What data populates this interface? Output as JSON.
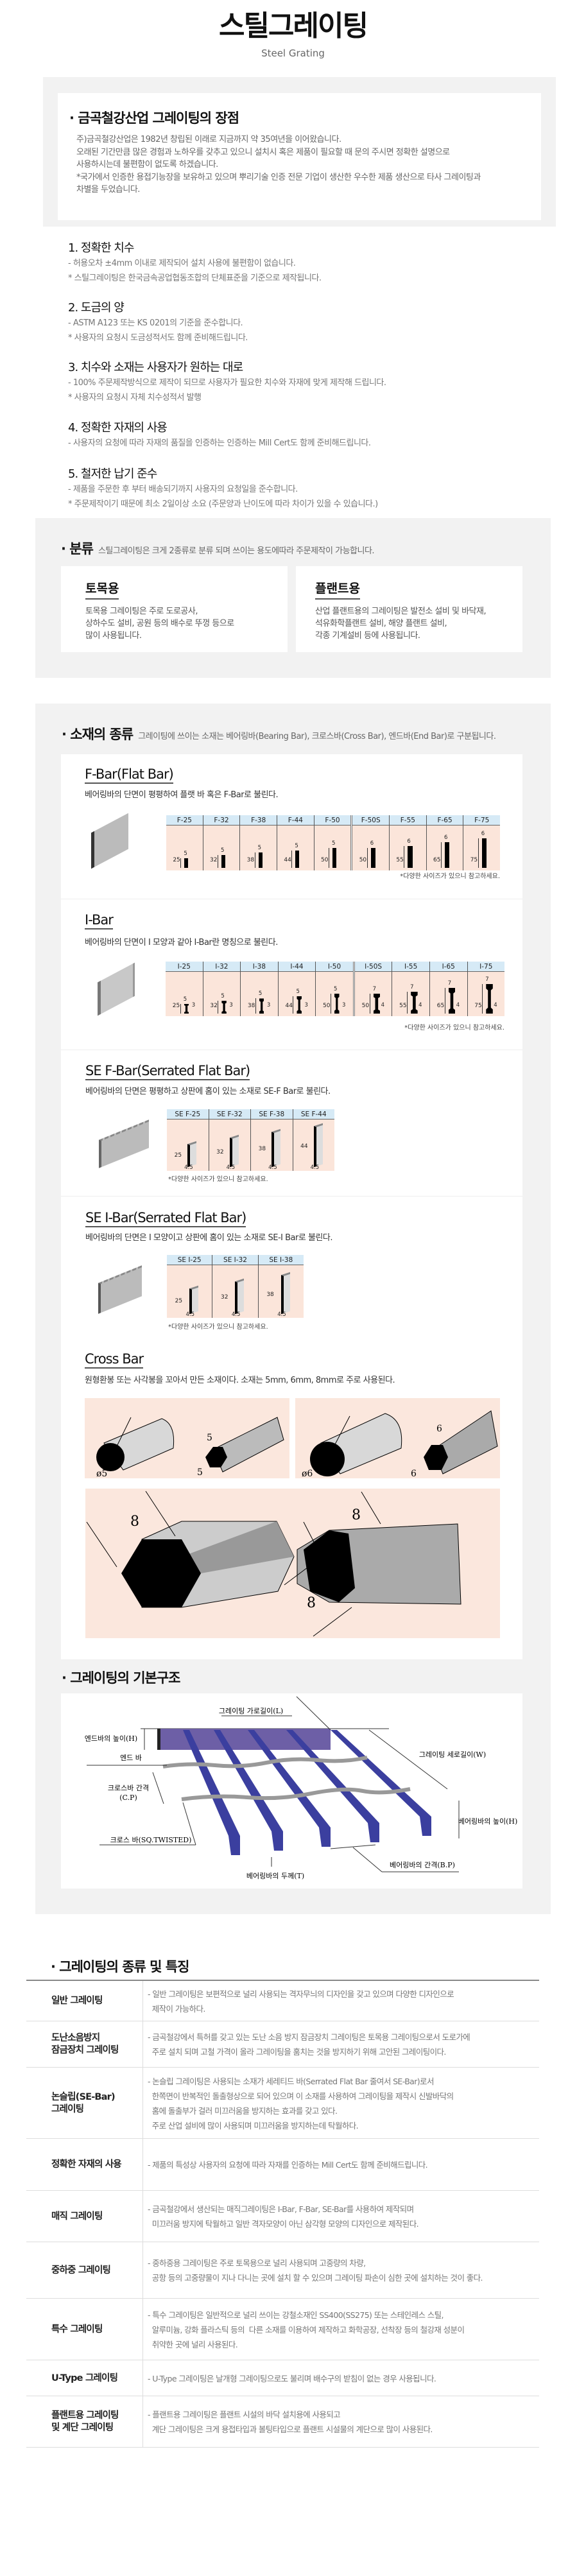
{
  "header": {
    "title": "스틸그레이팅",
    "subtitle": "Steel Grating"
  },
  "intro": {
    "heading": "· 금곡철강산업 그레이팅의 장점",
    "lines": [
      "주)금곡철강산업은 1982년 창립된 이래로 지금까지 약 35여년을 이어왔습니다.",
      "오래된 기간만큼 많은 경험과 노하우를 갖추고 있으니 설치시 혹은 제품이 필요할 때 문의 주시면 정확한 설명으로",
      "사용하시는데 불편함이 없도록 하겠습니다.",
      "*국가에서 인증한 용접기능장을 보유하고 있으며 뿌리기술 인증 전문 기업이 생산한 우수한 제품 생산으로 타사 그레이팅과",
      "차별을 두었습니다."
    ]
  },
  "advantages": [
    {
      "title": "1. 정확한 치수",
      "lines": [
        "- 허용오차 ±4mm 이내로 제작되어 설치 사용에 불편함이 없습니다.",
        "* 스틸그레이팅은 한국금속공업협동조합의 단체표준을 기준으로 제작됩니다."
      ]
    },
    {
      "title": "2. 도금의 양",
      "lines": [
        "- ASTM A123 또는 KS 0201의 기준을 준수합니다.",
        "* 사용자의 요청시 도금성적서도 함께 준비해드립니다."
      ]
    },
    {
      "title": "3. 치수와 소재는 사용자가 원하는 대로",
      "lines": [
        "- 100% 주문제작방식으로 제작이 되므로 사용자가 필요한 치수와 자재에 맞게 제작해 드립니다.",
        "* 사용자의 요청시 자체 치수성적서 발행"
      ]
    },
    {
      "title": "4. 정확한 자재의 사용",
      "lines": [
        "- 사용자의 요청에 따라 자재의 품질을 인증하는 인증하는 Mill Cert도 함께 준비해드립니다."
      ]
    },
    {
      "title": "5. 철저한 납기 준수",
      "lines": [
        "- 제품을 주문한 후 부터 배송되기까지 사용자의 요청일을 준수합니다.",
        "* 주문제작이기 때문에 최소 2일이상 소요 (주문양과 난이도에 따라 차이가 있을 수 있습니다.)"
      ]
    }
  ],
  "classification": {
    "heading": "· 분류",
    "desc": "스틸그레이팅은 크게 2종류로 분류 되며 쓰이는 용도에따라 주문제작이 가능합니다.",
    "cards": [
      {
        "title": "토목용",
        "lines": [
          "토목용 그레이팅은 주로 도로공사,",
          "상하수도 설비, 공원 등의 배수로 뚜껑 등으로",
          "많이 사용됩니다."
        ]
      },
      {
        "title": "플랜트용",
        "lines": [
          "산업 플랜트용의 그레이팅은 발전소 설비 및 바닥재,",
          "석유화학플랜트 설비, 해양 플랜트 설비,",
          "각종 기계설비 등에 사용됩니다."
        ]
      }
    ]
  },
  "materials": {
    "heading": "· 소재의 종류",
    "desc": "그레이팅에 쓰이는 소재는 베어링바(Bearing Bar), 크로스바(Cross Bar), 엔드바(End Bar)로 구분됩니다.",
    "note": "*다양한 사이즈가 있으니 참고하세요.",
    "fbar": {
      "title": "F-Bar(Flat Bar)",
      "desc": "베어링바의 단면이 평평하여 플랫 바 혹은 F-Bar로 불린다.",
      "sizes": [
        {
          "label": "F-25",
          "h": "25",
          "t": "5"
        },
        {
          "label": "F-32",
          "h": "32",
          "t": "5"
        },
        {
          "label": "F-38",
          "h": "38",
          "t": "5"
        },
        {
          "label": "F-44",
          "h": "44",
          "t": "5"
        },
        {
          "label": "F-50",
          "h": "50",
          "t": "5"
        },
        {
          "label": "F-50S",
          "h": "50",
          "t": "6"
        },
        {
          "label": "F-55",
          "h": "55",
          "t": "6"
        },
        {
          "label": "F-65",
          "h": "65",
          "t": "6"
        },
        {
          "label": "F-75",
          "h": "75",
          "t": "6"
        }
      ]
    },
    "ibar": {
      "title": "I-Bar",
      "desc": "베어링바의 단면이 I 모양과 같아 I-Bar란 명칭으로 불린다.",
      "sizes": [
        {
          "label": "I-25",
          "h": "25",
          "t": "5",
          "w": "3"
        },
        {
          "label": "I-32",
          "h": "32",
          "t": "5",
          "w": "3"
        },
        {
          "label": "I-38",
          "h": "38",
          "t": "5",
          "w": "3"
        },
        {
          "label": "I-44",
          "h": "44",
          "t": "5",
          "w": "3"
        },
        {
          "label": "I-50",
          "h": "50",
          "t": "5",
          "w": "3"
        },
        {
          "label": "I-50S",
          "h": "50",
          "t": "7",
          "w": "4"
        },
        {
          "label": "I-55",
          "h": "55",
          "t": "7",
          "w": "4"
        },
        {
          "label": "I-65",
          "h": "65",
          "t": "7",
          "w": "4"
        },
        {
          "label": "I-75",
          "h": "75",
          "t": "7",
          "w": "4"
        }
      ]
    },
    "sefbar": {
      "title": "SE F-Bar(Serrated Flat Bar)",
      "desc": "베어링바의 단면은 평평하고 상판에 홈이 있는 소재로 SE-F Bar로 불린다.",
      "sizes": [
        {
          "label": "SE F-25",
          "h": "25",
          "t": "4.5"
        },
        {
          "label": "SE F-32",
          "h": "32",
          "t": "4.5"
        },
        {
          "label": "SE F-38",
          "h": "38",
          "t": "4.5"
        },
        {
          "label": "SE F-44",
          "h": "44",
          "t": "4.5"
        }
      ]
    },
    "seibar": {
      "title": "SE I-Bar(Serrated Flat Bar)",
      "desc": "베어링바의 단면은 I 모양이고 상판에 홈이 있는 소재로 SE-I Bar로 불린다.",
      "sizes": [
        {
          "label": "SE I-25",
          "h": "25",
          "t": "4.5"
        },
        {
          "label": "SE I-32",
          "h": "32",
          "t": "4.5"
        },
        {
          "label": "SE I-38",
          "h": "38",
          "t": "4.5"
        }
      ]
    },
    "crossbar": {
      "title": "Cross Bar",
      "desc": "원형환봉 또는 사각봉을 꼬아서 만든 소재이다. 소재는 5mm, 6mm, 8mm로 주로 사용된다.",
      "round5": "ø5",
      "sq5a": "5",
      "sq5b": "5",
      "round6": "ø6",
      "sq6a": "6",
      "sq6b": "6",
      "hex8": "8",
      "sq8a": "8",
      "sq8b": "8"
    }
  },
  "structure": {
    "heading": "· 그레이팅의 기본구조",
    "labels": {
      "length": "그레이팅 가로길이(L)",
      "end_height": "엔드바의 높이(H)",
      "end_bar": "엔드 바",
      "cp1": "크로스바 간격",
      "cp2": "(C.P)",
      "cross": "크로스 바(SQ.TWISTED)",
      "thick": "베어링바의 두께(T)",
      "pitch": "베어링바의 간격(B.P)",
      "bb_height": "베어링바의 높이(H)",
      "width": "그레이팅 세로길이(W)"
    },
    "colors": {
      "bearing": "#3b3f9f",
      "end": "#6d5fa6",
      "cross": "#9a9a9a"
    }
  },
  "types": {
    "heading": "· 그레이팅의 종류 및 특징",
    "rows": [
      {
        "label": [
          "일반 그레이팅"
        ],
        "lines": [
          "- 일반 그레이팅은 보편적으로 널리 사용되는 격자무늬의 디자인을 갖고 있으며 다양한 디자인으로",
          "  제작이 가능하다."
        ]
      },
      {
        "label": [
          "도난소음방지",
          "잠금장치 그레이팅"
        ],
        "lines": [
          "- 금곡철강에서 특허를 갖고 있는 도난 소음 방지 잠금장치 그레이팅은 토목용 그레이팅으로서 도로가에",
          "  주로 설치 되며 고철 가격이 올라 그레이팅을 훔치는 것을 방지하기 위해 고안된 그레이팅이다."
        ]
      },
      {
        "label": [
          "논슬립(SE-Bar)",
          "그레이팅"
        ],
        "lines": [
          "- 논슬립 그레이팅은 사용되는 소재가 세레티드 바(Serrated Flat Bar 줄여서 SE-Bar)로서",
          "  한쪽면이 반복적인 돌출형상으로 되어 있으며 이 소재를 사용하여 그레이팅을 제작시 신발바닥의",
          "  홈에 돌출부가 걸러 미끄러움을 방지하는 효과를 갖고 있다.",
          "  주로 산업 설비에 많이 사용되며 미끄러움을 방지하는데 탁월하다."
        ]
      },
      {
        "label": [
          "정확한 자재의 사용"
        ],
        "lines": [
          "- 제품의 특성상 사용자의 요청에 따라 자재를 인증하는 Mill Cert도 함께 준비해드립니다."
        ]
      },
      {
        "label": [
          "매직 그레이팅"
        ],
        "lines": [
          "- 금곡철강에서 생산되는 매직그레이팅은 I-Bar, F-Bar, SE-Bar를 사용하여 제작되며",
          "  미끄러움 방지에 탁월하고 일반 격자모양이 아닌 삼각형 모양의 디자인으로 제작된다."
        ]
      },
      {
        "label": [
          "중하중 그레이팅"
        ],
        "lines": [
          "- 중하중용 그레이팅은 주로 토목용으로 널리 사용되며 고중량의 차량,",
          "  공항 등의 고중량물이 지나 다니는 곳에 설치 할 수 있으며 그레이팅 파손이 심한 곳에 설치하는 것이 좋다."
        ]
      },
      {
        "label": [
          "특수 그레이팅"
        ],
        "lines": [
          "- 특수 그레이팅은 일반적으로 널리 쓰이는 강철소재인 SS400(SS275) 또는 스테인레스 스틸,",
          "  알루미늄, 강화 플라스틱 등의  다른 소재를 이용하여 제작하고 화학공장, 선착장 등의 철강재 성분이",
          "  취약한 곳에 널리 사용된다."
        ]
      },
      {
        "label": [
          "U-Type 그레이팅"
        ],
        "lines": [
          "- U-Type 그레이팅은 날개형 그레이팅으로도 불리며 배수구의 받침이 없는 경우 사용됩니다."
        ]
      },
      {
        "label": [
          "플랜트용 그레이팅",
          "및 계단 그레이팅"
        ],
        "lines": [
          "- 플랜트용 그레이팅은 플랜트 시설의 바닥 설치용에 사용되고",
          "  계단 그레이팅은 크게 용접타입과 볼팅타입으로 플랜트 시설물의 계단으로 많이 사용된다."
        ]
      }
    ]
  }
}
